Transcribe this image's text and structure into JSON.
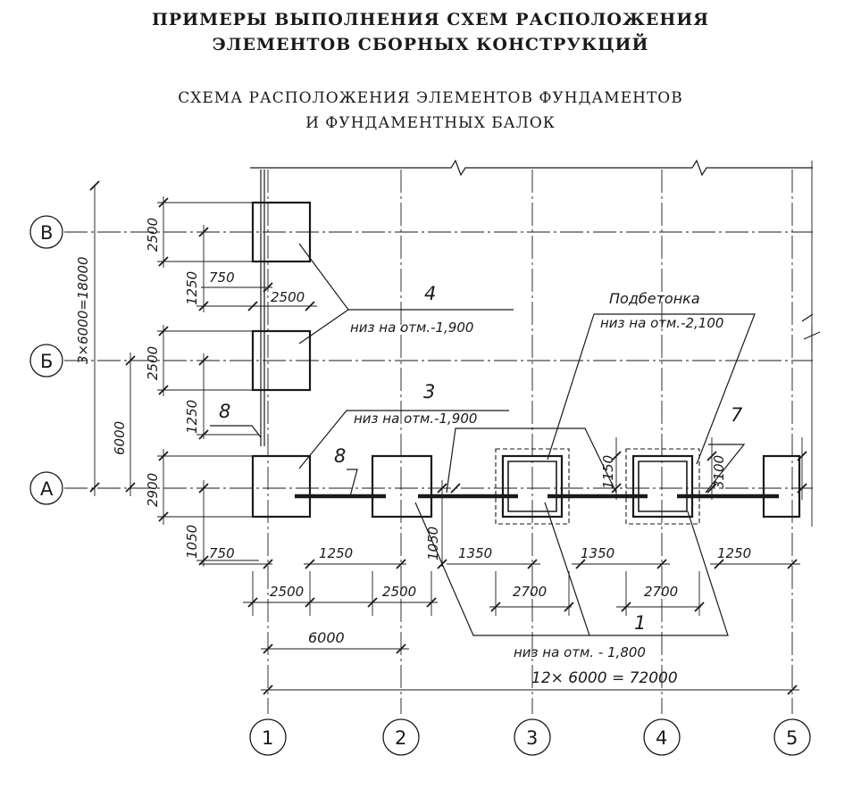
{
  "header": {
    "title_line1": "ПРИМЕРЫ ВЫПОЛНЕНИЯ СХЕМ  РАСПОЛОЖЕНИЯ",
    "title_line2": "ЭЛЕМЕНТОВ СБОРНЫХ КОНСТРУКЦИЙ",
    "subtitle_line1": "СХЕМА  РАСПОЛОЖЕНИЯ ЭЛЕМЕНТОВ  ФУНДАМЕНТОВ",
    "subtitle_line2": "И ФУНДАМЕНТНЫХ БАЛОК"
  },
  "axes": {
    "rows": [
      "В",
      "Б",
      "А"
    ],
    "columns": [
      "1",
      "2",
      "3",
      "4",
      "5"
    ]
  },
  "dimensions": {
    "left_total": "3×6000=18000",
    "left_span": "6000",
    "block_B_height": "2500",
    "block_B_offset": "1250",
    "block_B_side": "750",
    "block_B_width": "2500",
    "block_Б_height": "2500",
    "block_Б_offset": "1250",
    "block_A_height": "2900",
    "block_A_offset": "1050",
    "side_750": "750",
    "gap_1250_a": "1250",
    "gap_1250_b": "1250",
    "width_2500_a": "2500",
    "width_2500_b": "2500",
    "width_2700_a": "2700",
    "width_2700_b": "2700",
    "gap_1350_a": "1350",
    "gap_1350_b": "1350",
    "offset_1050": "1050",
    "offset_1150": "1150",
    "height_3100": "3100",
    "span_6000": "6000",
    "total_span": "12× 6000 = 72000"
  },
  "labels": {
    "mark_4": "4",
    "mark_4_note": "низ на отм.-1,900",
    "mark_3": "3",
    "mark_3_note": "низ на отм.-1,900",
    "mark_8_a": "8",
    "mark_8_b": "8",
    "mark_7": "7",
    "podbetonka": "Подбетонка",
    "podbetonka_note": "низ на отм.-2,100",
    "mark_1": "1",
    "mark_1_note": "низ на отм.  - 1,800"
  }
}
